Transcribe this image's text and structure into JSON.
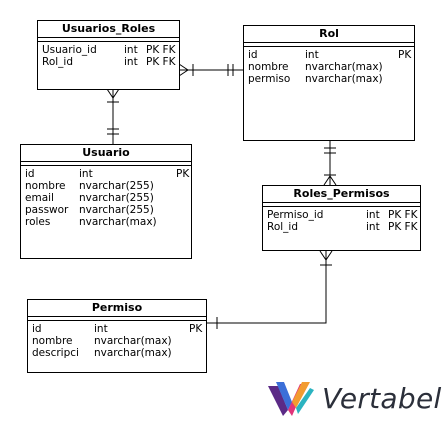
{
  "tables": {
    "usuarios_roles": {
      "title": "Usuarios_Roles",
      "columns": [
        {
          "name": "Usuario_id",
          "type": "int",
          "key": "PK FK"
        },
        {
          "name": "Rol_id",
          "type": "int",
          "key": "PK FK"
        }
      ]
    },
    "rol": {
      "title": "Rol",
      "columns": [
        {
          "name": "id",
          "type": "int",
          "key": "PK"
        },
        {
          "name": "nombre",
          "type": "nvarchar(max)",
          "key": ""
        },
        {
          "name": "permiso",
          "type": "nvarchar(max)",
          "key": ""
        }
      ]
    },
    "usuario": {
      "title": "Usuario",
      "columns": [
        {
          "name": "id",
          "type": "int",
          "key": "PK"
        },
        {
          "name": "nombre",
          "type": "nvarchar(255)",
          "key": ""
        },
        {
          "name": "email",
          "type": "nvarchar(255)",
          "key": ""
        },
        {
          "name": "passwor",
          "type": "nvarchar(255)",
          "key": ""
        },
        {
          "name": "roles",
          "type": "nvarchar(max)",
          "key": ""
        }
      ]
    },
    "roles_permisos": {
      "title": "Roles_Permisos",
      "columns": [
        {
          "name": "Permiso_id",
          "type": "int",
          "key": "PK FK"
        },
        {
          "name": "Rol_id",
          "type": "int",
          "key": "PK FK"
        }
      ]
    },
    "permiso": {
      "title": "Permiso",
      "columns": [
        {
          "name": "id",
          "type": "int",
          "key": "PK"
        },
        {
          "name": "nombre",
          "type": "nvarchar(max)",
          "key": ""
        },
        {
          "name": "descripci",
          "type": "nvarchar(max)",
          "key": ""
        }
      ]
    }
  },
  "logo": {
    "text": "Vertabelo",
    "colors": [
      "#5b2a86",
      "#3b6fd8",
      "#e0347a",
      "#f29b30",
      "#2bb3c0"
    ]
  }
}
